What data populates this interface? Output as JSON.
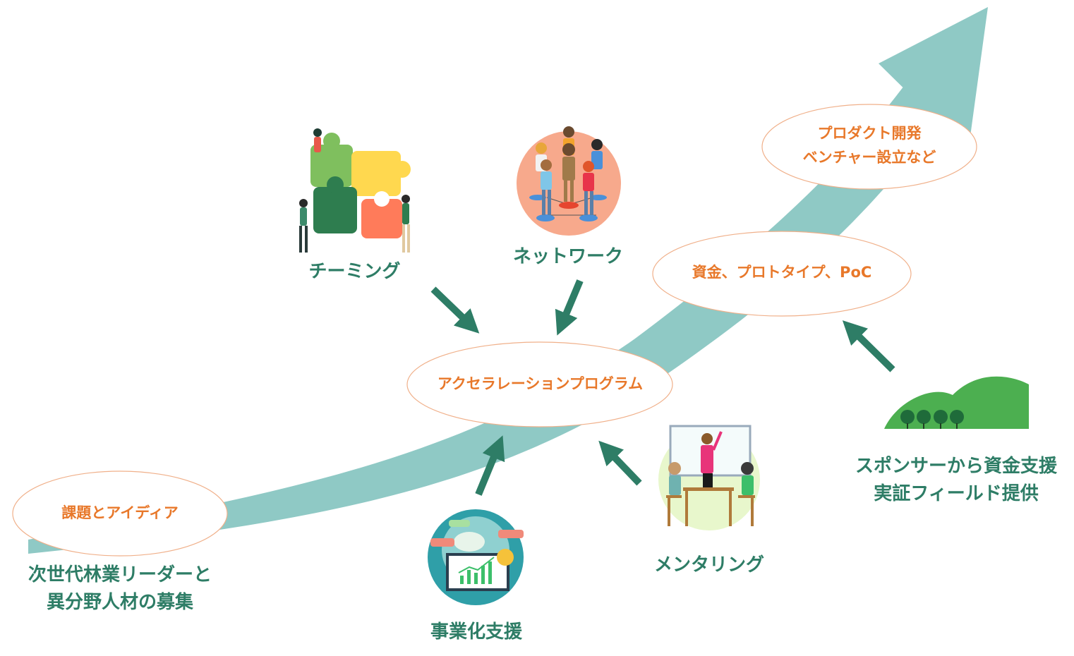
{
  "stages": {
    "start": "課題とアイディア",
    "program": "アクセラレーションプログラム",
    "funding": "資金、プロトタイプ、PoC",
    "product_line1": "プロダクト開発",
    "product_line2": "ベンチャー設立など"
  },
  "labels": {
    "recruit_line1": "次世代林業リーダーと",
    "recruit_line2": "異分野人材の募集",
    "teaming": "チーミング",
    "network": "ネットワーク",
    "mentoring": "メンタリング",
    "business_support": "事業化支援",
    "sponsor_line1": "スポンサーから資金支援",
    "sponsor_line2": "実証フィールド提供"
  },
  "colors": {
    "flow": "#8fc9c5",
    "arrow": "#2e7d66",
    "stage_text": "#e8782a",
    "stage_border": "#f0b08a",
    "label_text": "#2e7d66"
  }
}
